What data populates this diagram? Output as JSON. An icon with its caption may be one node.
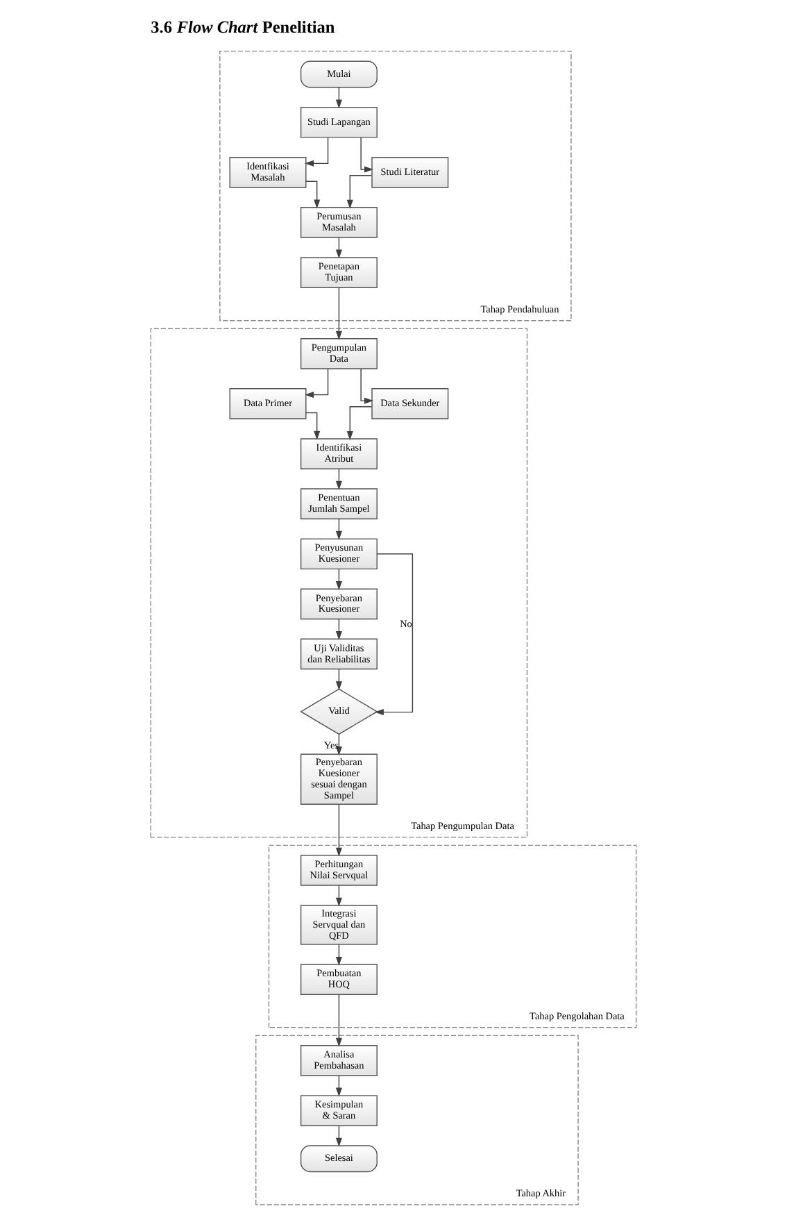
{
  "diagram": {
    "title": "3.6 *Flow Chart* Penelitian",
    "nodes": [
      {
        "text": [
          "Tahap Pendahuluan"
        ]
      },
      {
        "text": [
          "Mulai"
        ],
        "in": 0
      },
      {
        "text": [
          "Studi Lapangan"
        ],
        "in": 0
      },
      {
        "text": [
          "Identfikasi Masalah"
        ],
        "in": 0
      },
      {
        "text": [
          "Studi Literatur"
        ],
        "in": 0
      },
      {
        "text": [
          "Perumusan Masalah"
        ],
        "in": 0
      },
      {
        "text": [
          "Penetapan Tujuan"
        ],
        "in": 0
      },
      {
        "text": [
          "Tahap Pengumpulan Data"
        ]
      },
      {
        "text": [
          "Pengumpulan Data"
        ],
        "in": 7
      },
      {
        "text": [
          "Data Primer"
        ],
        "in": 7
      },
      {
        "text": [
          "Data Sekunder"
        ],
        "in": 7
      },
      {
        "text": [
          "Identifikasi Atribut"
        ],
        "in": 7
      },
      {
        "text": [
          "Penentuan Jumlah Sampel"
        ],
        "in": 7
      },
      {
        "text": [
          "Penyusunan Kuesioner"
        ],
        "in": 7
      },
      {
        "text": [
          "Penyebaran Kuesioner"
        ],
        "in": 7
      },
      {
        "text": [
          "Uji Validitas dan Reliabilitas"
        ],
        "in": 7
      },
      {
        "text": [
          "Valid"
        ],
        "in": 7
      },
      {
        "text": [
          "Penyebaran Kuesioner sesuai dengan Sampel"
        ],
        "in": 7
      },
      {
        "text": [
          "Tahap Pengolahan Data"
        ]
      },
      {
        "text": [
          "Perhitungan Nilai Servqual"
        ],
        "in": 18
      },
      {
        "text": [
          "Integrasi Servqual dan QFD"
        ],
        "in": 18
      },
      {
        "text": [
          "Pembuatan HOQ"
        ],
        "in": 18
      },
      {
        "text": [
          "Tahap Akhir"
        ]
      },
      {
        "text": [
          "Analisa Pembahasan"
        ],
        "in": 22
      },
      {
        "text": [
          "Kesimpulan & Saran"
        ],
        "in": 22
      },
      {
        "text": [
          "Selesai"
        ],
        "in": 22
      }
    ],
    "edges": [
      {
        "from": 1,
        "to": 2,
        "arrow": "to"
      },
      {
        "from": 2,
        "to": 3,
        "arrow": "to"
      },
      {
        "from": 2,
        "to": 4,
        "arrow": "to"
      },
      {
        "from": 3,
        "to": 5,
        "arrow": "to"
      },
      {
        "from": 4,
        "to": 5,
        "arrow": "to"
      },
      {
        "from": 5,
        "to": 6,
        "arrow": "to"
      },
      {
        "from": 6,
        "to": 8,
        "arrow": "to"
      },
      {
        "from": 8,
        "to": 9,
        "arrow": "to"
      },
      {
        "from": 8,
        "to": 10,
        "arrow": "to"
      },
      {
        "from": 9,
        "to": 11,
        "arrow": "to"
      },
      {
        "from": 10,
        "to": 11,
        "arrow": "to"
      },
      {
        "from": 11,
        "to": 12,
        "arrow": "to"
      },
      {
        "from": 12,
        "to": 13,
        "arrow": "to"
      },
      {
        "from": 13,
        "to": 14,
        "arrow": "to"
      },
      {
        "from": 14,
        "to": 15,
        "arrow": "to"
      },
      {
        "from": 15,
        "to": 16,
        "arrow": "to"
      },
      {
        "from": 13,
        "to": 16,
        "arrow": "to",
        "label": "No"
      },
      {
        "from": 16,
        "to": 17,
        "arrow": "to",
        "label": "Yes"
      },
      {
        "from": 17,
        "to": 19,
        "arrow": "to"
      },
      {
        "from": 19,
        "to": 20,
        "arrow": "to"
      },
      {
        "from": 20,
        "to": 21,
        "arrow": "to"
      },
      {
        "from": 21,
        "to": 23,
        "arrow": "to"
      },
      {
        "from": 23,
        "to": 24,
        "arrow": "to"
      },
      {
        "from": 24,
        "to": 25,
        "arrow": "to"
      }
    ]
  }
}
